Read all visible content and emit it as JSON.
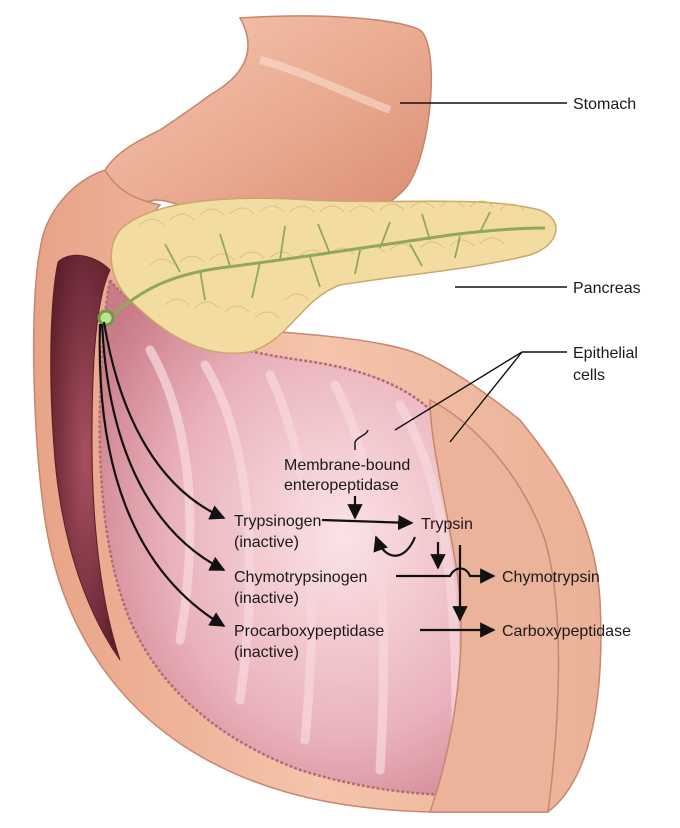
{
  "labels": {
    "stomach": "Stomach",
    "pancreas": "Pancreas",
    "epithelial_line1": "Epithelial",
    "epithelial_line2": "cells",
    "membrane_line1": "Membrane-bound",
    "membrane_line2": "enteropeptidase",
    "trypsinogen": "Trypsinogen",
    "trypsinogen_state": "(inactive)",
    "trypsin": "Trypsin",
    "chymotrypsinogen": "Chymotrypsinogen",
    "chymotrypsinogen_state": "(inactive)",
    "chymotrypsin": "Chymotrypsin",
    "procarboxypeptidase": "Procarboxypeptidase",
    "procarboxypeptidase_state": "(inactive)",
    "carboxypeptidase": "Carboxypeptidase"
  },
  "colors": {
    "stomach": "#e9a98e",
    "duodenum_wall": "#f0b79c",
    "lumen": "#e7a7b1",
    "pancreas": "#f3dca2",
    "pancreatic_duct": "#8fa85a",
    "duct_opening": "#6f9a43",
    "text": "#1a1a1a"
  }
}
